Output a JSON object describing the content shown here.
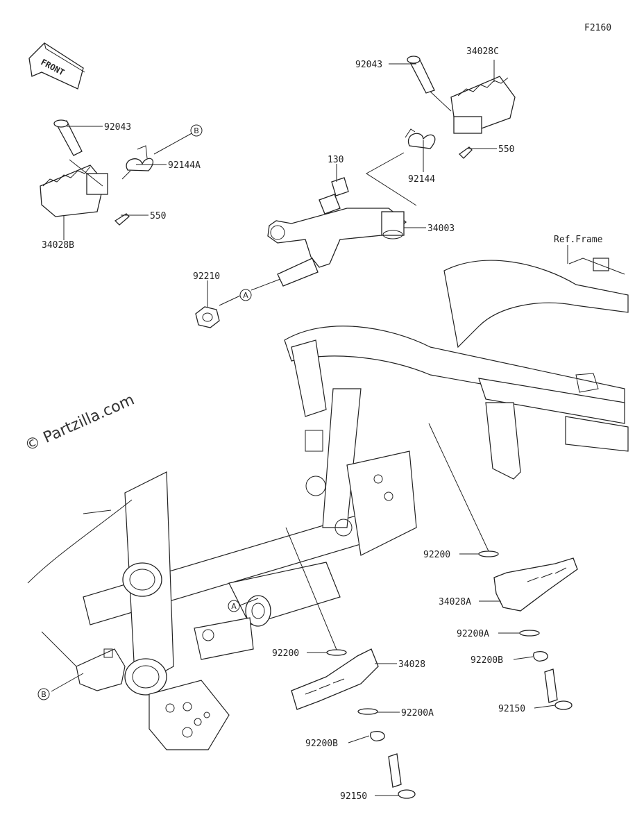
{
  "diagram": {
    "code": "F2160",
    "watermark": "© Partzilla.com",
    "front_label": "FRONT",
    "ref_frame": "Ref.Frame",
    "callouts": [
      "A",
      "B"
    ],
    "labels": [
      {
        "id": "p92043_l",
        "text": "92043"
      },
      {
        "id": "p92144A",
        "text": "92144A"
      },
      {
        "id": "p550_l",
        "text": "550"
      },
      {
        "id": "p34028B",
        "text": "34028B"
      },
      {
        "id": "p92043_r",
        "text": "92043"
      },
      {
        "id": "p34028C",
        "text": "34028C"
      },
      {
        "id": "p550_r",
        "text": "550"
      },
      {
        "id": "p92144",
        "text": "92144"
      },
      {
        "id": "p130",
        "text": "130"
      },
      {
        "id": "p34003",
        "text": "34003"
      },
      {
        "id": "p92210",
        "text": "92210"
      },
      {
        "id": "p92200_r",
        "text": "92200"
      },
      {
        "id": "p34028A",
        "text": "34028A"
      },
      {
        "id": "p92200A_r",
        "text": "92200A"
      },
      {
        "id": "p92200B_r",
        "text": "92200B"
      },
      {
        "id": "p92150_r",
        "text": "92150"
      },
      {
        "id": "p92200_c",
        "text": "92200"
      },
      {
        "id": "p34028",
        "text": "34028"
      },
      {
        "id": "p92200A_c",
        "text": "92200A"
      },
      {
        "id": "p92200B_c",
        "text": "92200B"
      },
      {
        "id": "p92150_c",
        "text": "92150"
      }
    ]
  }
}
